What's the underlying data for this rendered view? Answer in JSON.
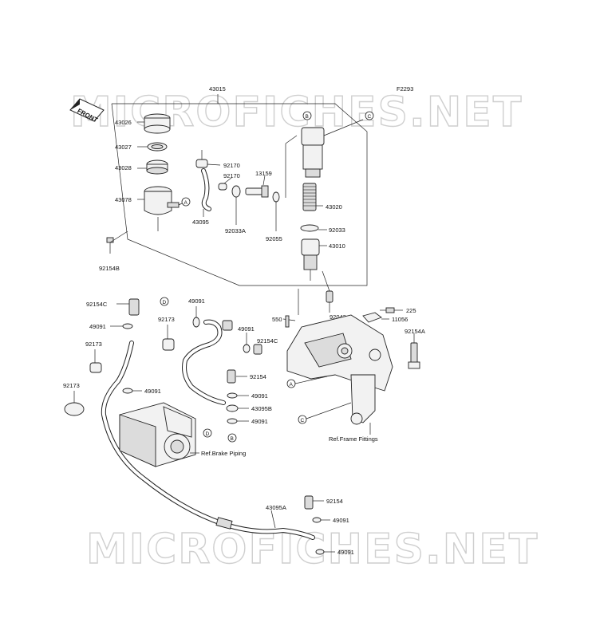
{
  "watermark": "MICROFICHES.NET",
  "figure_code": "F2293",
  "front_label": "FRONT",
  "ref_frame": "Ref.Frame Fittings",
  "ref_brake": "Ref.Brake Piping",
  "callouts": [
    "A",
    "B",
    "C",
    "D"
  ],
  "parts": {
    "p43015": "43015",
    "p43026": "43026",
    "p43027": "43027",
    "p43028": "43028",
    "p43078": "43078",
    "p92154B": "92154B",
    "p92170a": "92170",
    "p92170b": "92170",
    "p43095": "43095",
    "p92033A": "92033A",
    "p13159": "13159",
    "p92055": "92055",
    "p43020": "43020",
    "p92033": "92033",
    "p43010": "43010",
    "p92043": "92043",
    "p225": "225",
    "p11056": "11056",
    "p92154A": "92154A",
    "p550": "550",
    "p92154C_a": "92154C",
    "p49091_a": "49091",
    "p92173_a": "92173",
    "p92173_b": "92173",
    "p49091_b": "49091",
    "p92173_c": "92173",
    "p49091_c": "49091",
    "p49091_d": "49091",
    "p92154C_b": "92154C",
    "p92154_a": "92154",
    "p49091_e": "49091",
    "p43095B": "43095B",
    "p49091_f": "49091",
    "p43095A": "43095A",
    "p92154_b": "92154",
    "p49091_g": "49091",
    "p49091_h": "49091"
  }
}
